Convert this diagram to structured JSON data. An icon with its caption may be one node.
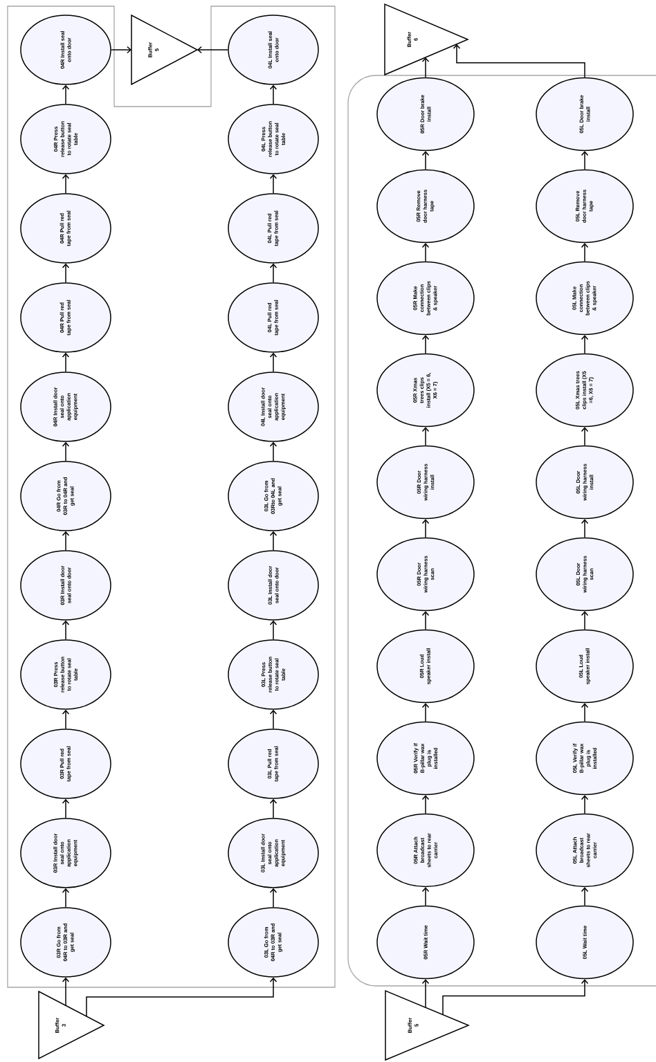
{
  "diagram": {
    "nodes": [
      {
        "text": [
          "Buffer 3"
        ]
      },
      {
        "text": [
          "03R Go from 04R to 03R and get seal"
        ]
      },
      {
        "text": [
          "03R Install door seal onto application equipment"
        ]
      },
      {
        "text": [
          "03R Pull red tape from seal"
        ]
      },
      {
        "text": [
          "03R Press release button to rotate seal table"
        ]
      },
      {
        "text": [
          "03R Install door seal onto door"
        ]
      },
      {
        "text": [
          "04R Go from 03R to 04R and get seal"
        ]
      },
      {
        "text": [
          "04R Install door seal onto application equipment"
        ]
      },
      {
        "text": [
          "04R Pull red tape from seal"
        ]
      },
      {
        "text": [
          "04R Pull red tape from seal"
        ]
      },
      {
        "text": [
          "04R Press release button to rotate seal table"
        ]
      },
      {
        "text": [
          "04R Install seal onto door"
        ]
      },
      {
        "text": [
          "03L Go from 04R to 03R and get seal"
        ]
      },
      {
        "text": [
          "03L Install door seal onto application equipment"
        ]
      },
      {
        "text": [
          "03L Pull red tape from seal"
        ]
      },
      {
        "text": [
          "03L Press release button to rotate seal table"
        ]
      },
      {
        "text": [
          "03L Install door seal onto door"
        ]
      },
      {
        "text": [
          "03L Go from 03Rto 04L and get seal"
        ]
      },
      {
        "text": [
          "04L Install door seal onto application equipment"
        ]
      },
      {
        "text": [
          "04L Pull red tape from seal"
        ]
      },
      {
        "text": [
          "04L Pull red tape from seal"
        ]
      },
      {
        "text": [
          "04L Press release button to rotate seal table"
        ]
      },
      {
        "text": [
          "04L Install seal onto door"
        ]
      },
      {
        "text": [
          "Buffer 5"
        ]
      },
      {
        "text": [
          "Buffer 5"
        ]
      },
      {
        "text": [
          "05R Wait time"
        ]
      },
      {
        "text": [
          "05R Attach broadcast sheets to rear carrier"
        ]
      },
      {
        "text": [
          "05R Verify if B-pillar wax plug is installed"
        ]
      },
      {
        "text": [
          "05R Loud speaker install"
        ]
      },
      {
        "text": [
          "05R Door wiring harness scan"
        ]
      },
      {
        "text": [
          "05R Door wiring harness install"
        ]
      },
      {
        "text": [
          "05R Xmas trees clips install (X5 = 6, X6 = 7)"
        ]
      },
      {
        "text": [
          "05R Make connection between clips & speaker"
        ]
      },
      {
        "text": [
          "05R Remove door harness tape"
        ]
      },
      {
        "text": [
          "05R Door brake install"
        ]
      },
      {
        "text": [
          "05L Wait time"
        ]
      },
      {
        "text": [
          "05L Attach broadcast sheets to rear carrier"
        ]
      },
      {
        "text": [
          "05L Verify if B-pillar wax plug is installed"
        ]
      },
      {
        "text": [
          "05L Loud speaker install"
        ]
      },
      {
        "text": [
          "05L Door wiring harness scan"
        ]
      },
      {
        "text": [
          "05L Door wiring harness install"
        ]
      },
      {
        "text": [
          "05L Xmas trees clips install (X5 =6, X6 = 7)"
        ]
      },
      {
        "text": [
          "05L Make connection between clips & speaker"
        ]
      },
      {
        "text": [
          "05L Remove door harness tape"
        ]
      },
      {
        "text": [
          "05L Door brake install"
        ]
      },
      {
        "text": [
          "Buffer 6"
        ]
      }
    ],
    "edges": [
      {
        "from": 0,
        "to": 1,
        "arrow": "to"
      },
      {
        "from": 0,
        "to": 12,
        "arrow": "to"
      },
      {
        "from": 1,
        "to": 2,
        "arrow": "to"
      },
      {
        "from": 2,
        "to": 3,
        "arrow": "to"
      },
      {
        "from": 3,
        "to": 4,
        "arrow": "to"
      },
      {
        "from": 4,
        "to": 5,
        "arrow": "to"
      },
      {
        "from": 5,
        "to": 6,
        "arrow": "to"
      },
      {
        "from": 6,
        "to": 7,
        "arrow": "to"
      },
      {
        "from": 7,
        "to": 8,
        "arrow": "to"
      },
      {
        "from": 8,
        "to": 9,
        "arrow": "to"
      },
      {
        "from": 9,
        "to": 10,
        "arrow": "to"
      },
      {
        "from": 10,
        "to": 11,
        "arrow": "to"
      },
      {
        "from": 12,
        "to": 13,
        "arrow": "to"
      },
      {
        "from": 13,
        "to": 14,
        "arrow": "to"
      },
      {
        "from": 14,
        "to": 15,
        "arrow": "to"
      },
      {
        "from": 15,
        "to": 16,
        "arrow": "to"
      },
      {
        "from": 16,
        "to": 17,
        "arrow": "to"
      },
      {
        "from": 17,
        "to": 18,
        "arrow": "to"
      },
      {
        "from": 18,
        "to": 19,
        "arrow": "to"
      },
      {
        "from": 19,
        "to": 20,
        "arrow": "to"
      },
      {
        "from": 20,
        "to": 21,
        "arrow": "to"
      },
      {
        "from": 21,
        "to": 22,
        "arrow": "to"
      },
      {
        "from": 11,
        "to": 23,
        "arrow": "to"
      },
      {
        "from": 22,
        "to": 23,
        "arrow": "to"
      },
      {
        "from": 24,
        "to": 25,
        "arrow": "to"
      },
      {
        "from": 24,
        "to": 35,
        "arrow": "to"
      },
      {
        "from": 25,
        "to": 26,
        "arrow": "to"
      },
      {
        "from": 26,
        "to": 27,
        "arrow": "to"
      },
      {
        "from": 27,
        "to": 28,
        "arrow": "to"
      },
      {
        "from": 28,
        "to": 29,
        "arrow": "to"
      },
      {
        "from": 29,
        "to": 30,
        "arrow": "to"
      },
      {
        "from": 30,
        "to": 31,
        "arrow": "to"
      },
      {
        "from": 31,
        "to": 32,
        "arrow": "to"
      },
      {
        "from": 32,
        "to": 33,
        "arrow": "to"
      },
      {
        "from": 33,
        "to": 34,
        "arrow": "to"
      },
      {
        "from": 35,
        "to": 36,
        "arrow": "to"
      },
      {
        "from": 36,
        "to": 37,
        "arrow": "to"
      },
      {
        "from": 37,
        "to": 38,
        "arrow": "to"
      },
      {
        "from": 38,
        "to": 39,
        "arrow": "to"
      },
      {
        "from": 39,
        "to": 40,
        "arrow": "to"
      },
      {
        "from": 40,
        "to": 41,
        "arrow": "to"
      },
      {
        "from": 41,
        "to": 42,
        "arrow": "to"
      },
      {
        "from": 42,
        "to": 43,
        "arrow": "to"
      },
      {
        "from": 43,
        "to": 44,
        "arrow": "to"
      },
      {
        "from": 34,
        "to": 45,
        "arrow": "to"
      },
      {
        "from": 44,
        "to": 45,
        "arrow": "to"
      }
    ]
  }
}
